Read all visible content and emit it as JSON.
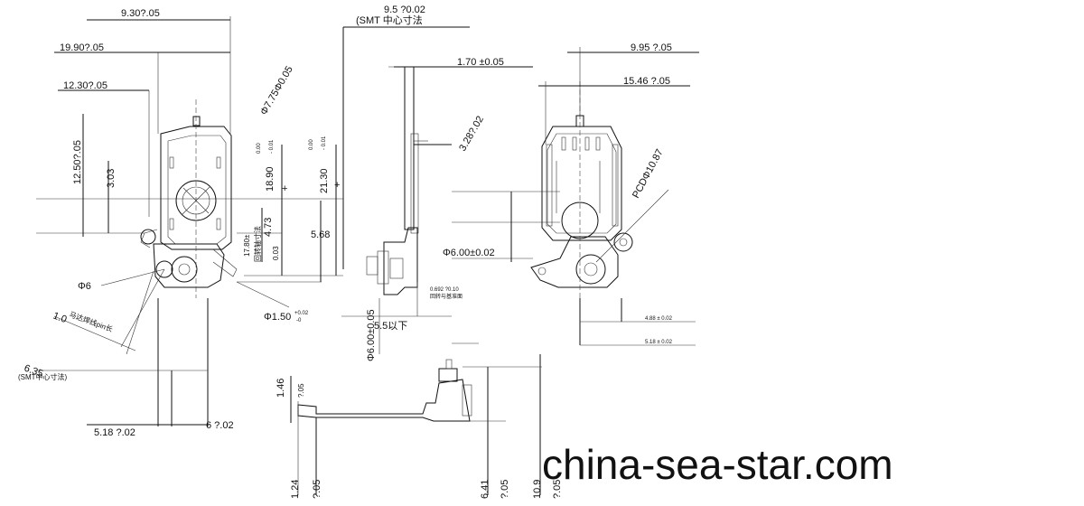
{
  "labels": {
    "d_9_30": "9.30?.05",
    "d_19_90": "19.90?.05",
    "d_12_30": "12.30?.05",
    "d_12_50": "12.50?.05",
    "d_3_03": "3.03",
    "d_dia_7_75": "Φ7.75Φ0.05",
    "d_18_90": "18.90",
    "d_18_90_tol_top": "0.00",
    "d_18_90_tol_bot": "- 0.01",
    "d_21_30": "21.30",
    "d_21_30_tol_top": "0.00",
    "d_21_30_tol_bot": "- 0.01",
    "d_17_80": "17.80±",
    "d_rot_axis": "回转轴寸法",
    "d_4_73": "4.73",
    "d_0_03": "0.03",
    "d_5_68": "5.68",
    "d_phi6": "Φ6",
    "d_1_0": "1.0",
    "d_motor_pin": "马达焊线pin长",
    "d_phi_1_50": "Φ1.50",
    "d_phi_1_50_tol_top": "+0.02",
    "d_phi_1_50_tol_bot": "-0",
    "d_6_35": "6.35",
    "d_smt_center_left": "(SMT中心寸法)",
    "d_9_5": "9.5 ?0.02",
    "d_smt_center_top": "(SMT 中心寸法",
    "d_1_70": "1.70 ±0.05",
    "d_3_28": "3.28?.02",
    "d_phi_6_00": "Φ6.00±0.02",
    "d_0_692": "0.692 ?0.10",
    "d_0_692_note": "回转与基准面",
    "d_5_5": "5.5以下",
    "d_phi_6_00_v": "Φ6.00±0.05",
    "d_9_95": "9.95 ?.05",
    "d_15_46": "15.46 ?.05",
    "d_pcd": "PCDΦ10.87",
    "d_4_88": "4.88 ± 0.02",
    "d_5_18_r": "5.18 ± 0.02",
    "d_1_46": "1.46",
    "d_1_46_tol": "?.05",
    "d_6_02": "6 ?.02",
    "d_5_18": "5.18 ?.02",
    "d_1_24": "1.24",
    "d_1_24_tol": "?.05",
    "d_6_41": "6.41",
    "d_6_41_tol": "?.05",
    "d_10_9": "10.9",
    "d_10_9_tol": "?.05"
  },
  "watermark": "china-sea-star.com"
}
